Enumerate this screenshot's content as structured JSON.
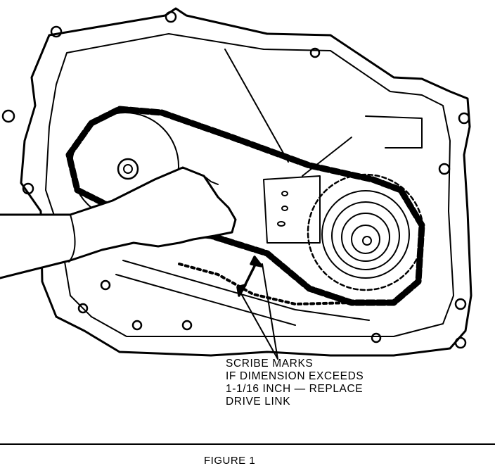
{
  "callout": {
    "lines": [
      "SCRIBE MARKS",
      "IF DIMENSION EXCEEDS",
      "1-1/16 INCH — REPLACE",
      "DRIVE LINK"
    ]
  },
  "caption": "FIGURE 1",
  "colors": {
    "ink": "#000000",
    "paper": "#ffffff"
  }
}
